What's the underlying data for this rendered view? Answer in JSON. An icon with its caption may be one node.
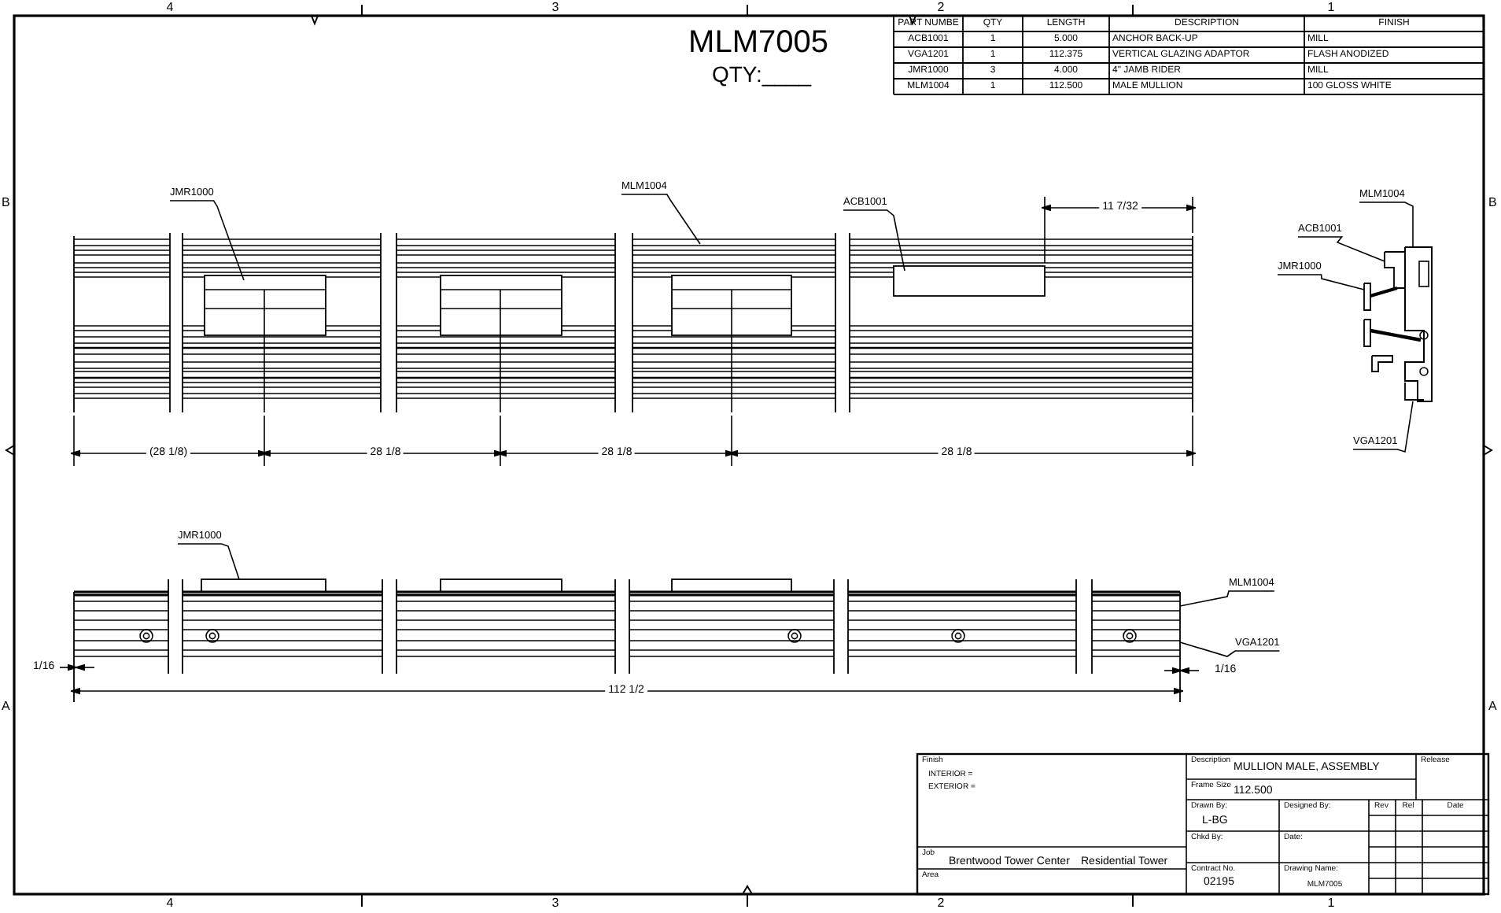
{
  "diagram": {
    "title": "MLM7005",
    "nodes": [
      {
        "text": [
          "JMR1000"
        ]
      },
      {
        "text": [
          "MLM1004"
        ]
      },
      {
        "text": [
          "ACB1001"
        ]
      },
      {
        "text": [
          "MLM1004"
        ]
      },
      {
        "text": [
          "ACB1001"
        ]
      },
      {
        "text": [
          "JMR1000"
        ]
      },
      {
        "text": [
          "VGA1201"
        ]
      },
      {
        "text": [
          "JMR1000"
        ]
      },
      {
        "text": [
          "MLM1004"
        ]
      },
      {
        "text": [
          "VGA1201"
        ]
      },
      {
        "text": [],
        "shape": "picture"
      },
      {
        "text": [],
        "shape": "picture"
      },
      {
        "text": [],
        "shape": "picture"
      }
    ],
    "edges": [
      {
        "from": 0,
        "to": 10,
        "arrow": "none"
      },
      {
        "from": 1,
        "to": 10,
        "arrow": "none"
      },
      {
        "from": 2,
        "to": 10,
        "arrow": "none"
      },
      {
        "from": 3,
        "to": 11,
        "arrow": "none"
      },
      {
        "from": 4,
        "to": 11,
        "arrow": "none"
      },
      {
        "from": 5,
        "to": 11,
        "arrow": "none"
      },
      {
        "from": 6,
        "to": 11,
        "arrow": "none"
      },
      {
        "from": 7,
        "to": 12,
        "arrow": "none"
      },
      {
        "from": 8,
        "to": 12,
        "arrow": "none"
      },
      {
        "from": 9,
        "to": 12,
        "arrow": "none"
      }
    ],
    "labels": [
      "4",
      "3",
      "2",
      "1",
      "PART NUMBE",
      "QTY",
      "LENGTH",
      "DESCRIPTION",
      "FINISH",
      "ACB1001",
      "1",
      "5.000",
      "ANCHOR BACK-UP",
      "MILL",
      "VGA1201",
      "1",
      "112.375",
      "VERTICAL GLAZING ADAPTOR",
      "FLASH ANODIZED",
      "JMR1000",
      "3",
      "4.000",
      "4\" JAMB RIDER",
      "MILL",
      "MLM1004",
      "1",
      "112.500",
      "MALE MULLION",
      "100 GLOSS WHITE",
      "QTY:____",
      "B",
      "11 7/32",
      "B",
      "(28 1/8)",
      "28 1/8",
      "28 1/8",
      "28 1/8",
      "1/16",
      "1/16",
      "112 1/2",
      "A",
      "A",
      "Finish",
      "INTERIOR =",
      "EXTERIOR =",
      "Description",
      "MULLION MALE, ASSEMBLY",
      "Release",
      "Frame Size",
      "112.500",
      "Drawn By:",
      "L-BG",
      "Designed By:",
      "Rev",
      "Rel",
      "Date",
      "Chkd By:",
      "Date:",
      "Job",
      "Brentwood Tower Center",
      "Residential Tower",
      "Area",
      "Contract No.",
      "02195",
      "Drawing Name:",
      "MLM7005",
      "4",
      "3",
      "2",
      "1"
    ]
  }
}
